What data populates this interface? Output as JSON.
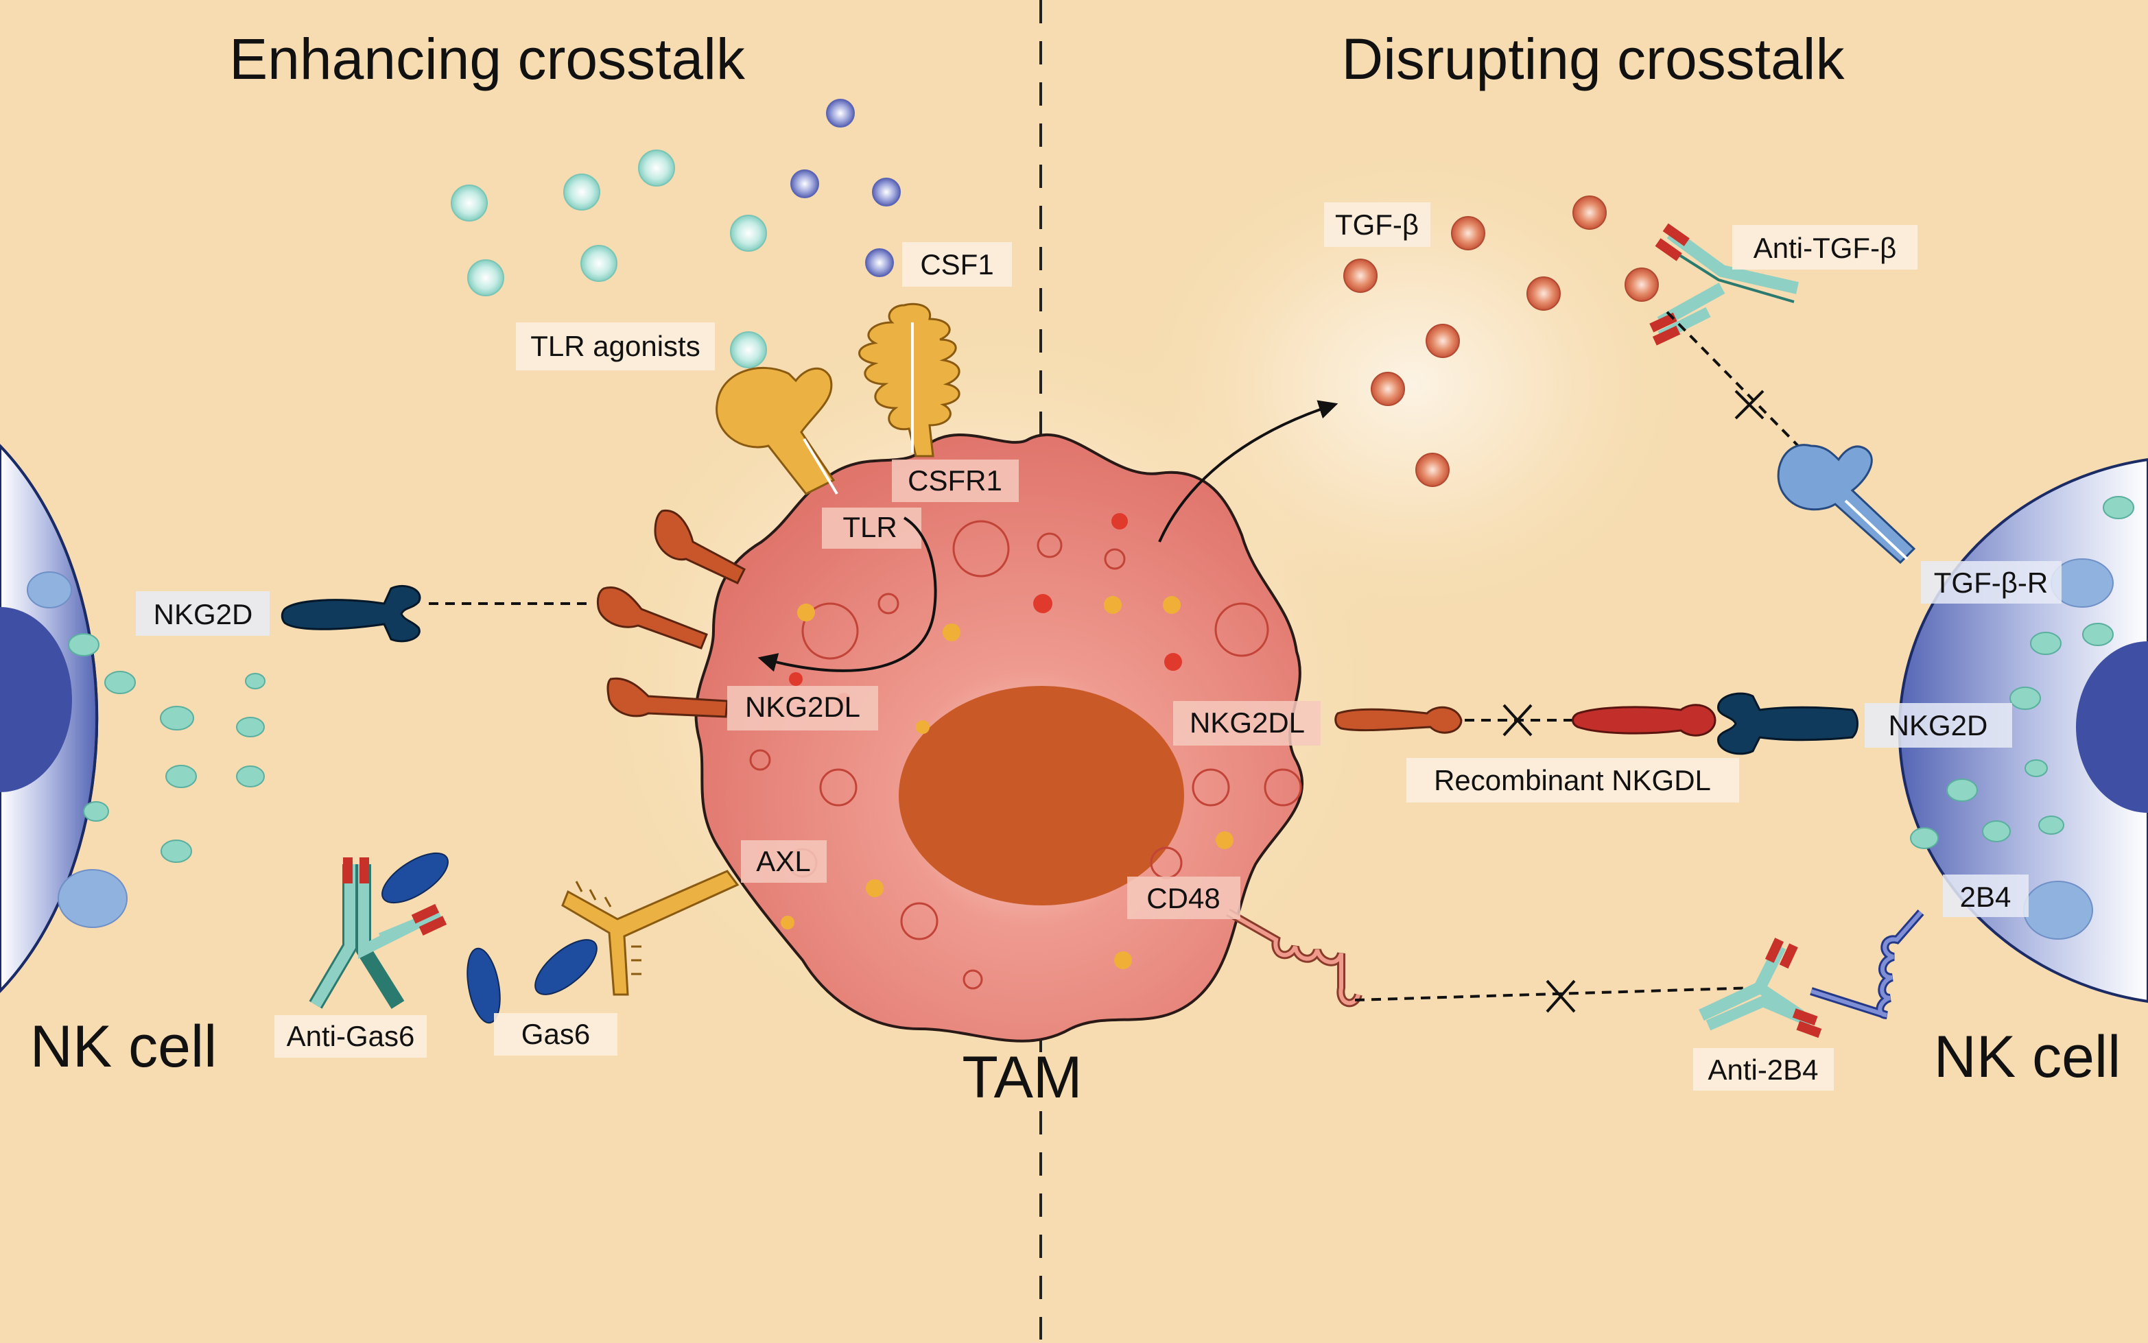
{
  "titles": {
    "left": "Enhancing crosstalk",
    "right": "Disrupting crosstalk"
  },
  "cells": {
    "nk_left": "NK cell",
    "nk_right": "NK cell",
    "tam": "TAM"
  },
  "labels": {
    "tlr_agonists": "TLR agonists",
    "csf1": "CSF1",
    "csfr1": "CSFR1",
    "tlr": "TLR",
    "nkg2d_left": "NKG2D",
    "nkg2dl_left": "NKG2DL",
    "axl": "AXL",
    "anti_gas6": "Anti-Gas6",
    "gas6": "Gas6",
    "tgfb": "TGF-β",
    "anti_tgfb": "Anti-TGF-β",
    "tgfbr": "TGF-β-R",
    "nkg2dl_right": "NKG2DL",
    "nkg2d_right": "NKG2D",
    "recombinant": "Recombinant NKGDL",
    "cd48": "CD48",
    "twob4": "2B4",
    "anti_2b4": "Anti-2B4"
  },
  "colors": {
    "background": "#f6dcb0",
    "tam_body": "#e0756c",
    "tam_nucleus": "#c95a28",
    "nk_cell": "#5f70be",
    "receptor_dark_blue": "#0f3a5c",
    "nkg2dl": "#c9552a",
    "tgfb_particle": "#e07a55",
    "tlr_particle": "#a6e1d6",
    "csf1_particle": "#7b85c8",
    "antibody_teal": "#8fd0c4",
    "antibody_red": "#c8302a"
  }
}
